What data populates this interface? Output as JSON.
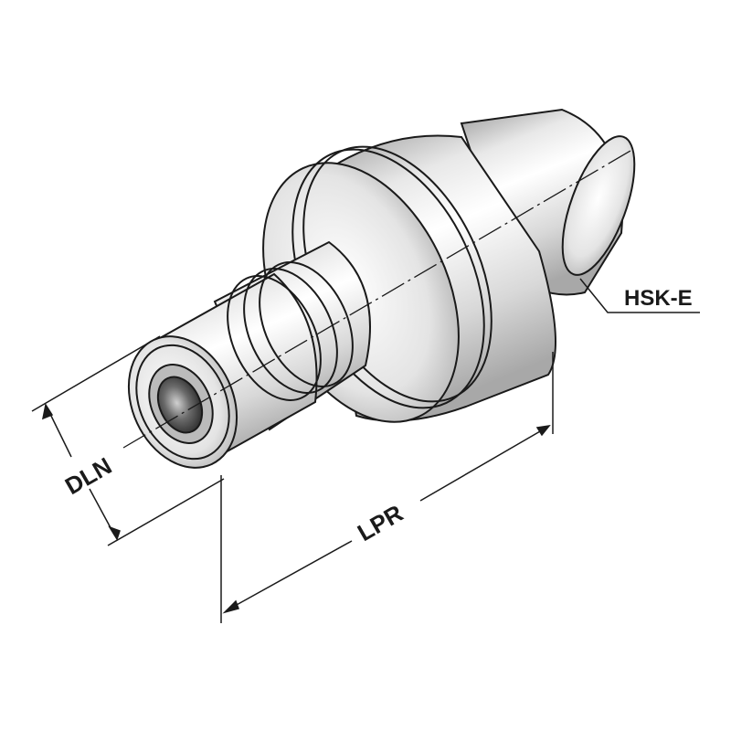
{
  "diagram": {
    "subject": "HSK-E tool holder adapter",
    "labels": {
      "interface": "HSK-E",
      "diameter": "DLN",
      "length": "LPR"
    },
    "colors": {
      "line": "#1a1a1a",
      "metal_light": "#f4f4f4",
      "metal_mid": "#d6d6d6",
      "metal_dark": "#9a9a9a",
      "bore": "#3a3a3a"
    }
  }
}
